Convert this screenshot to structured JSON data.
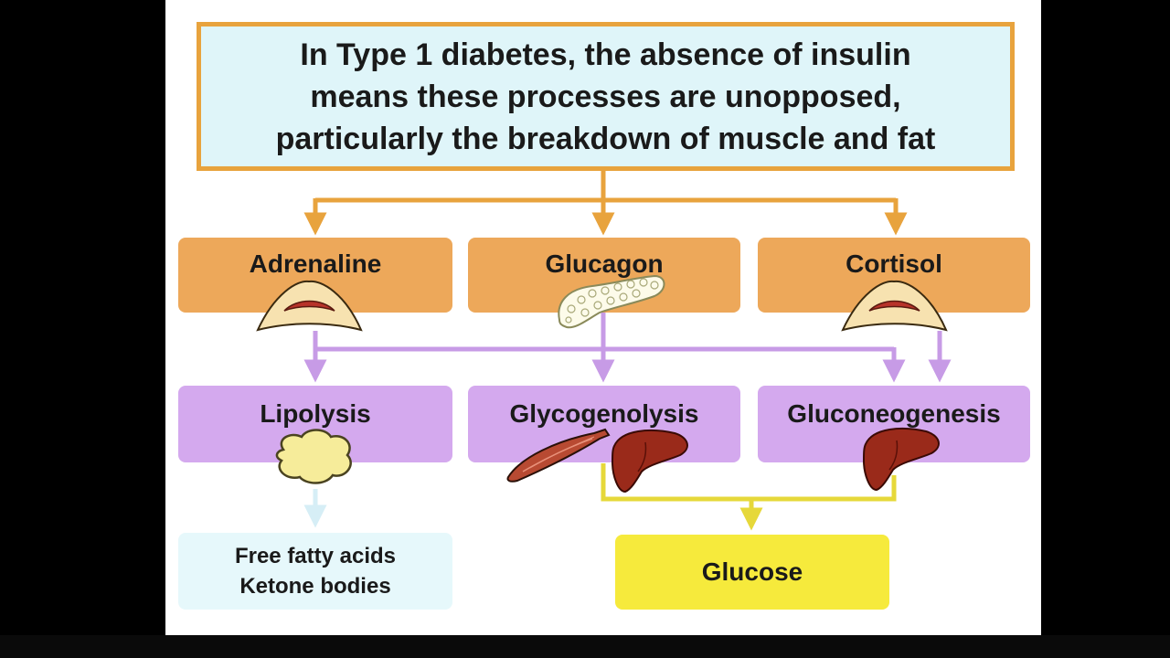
{
  "title": {
    "lines": [
      "In Type 1 diabetes, the absence of insulin",
      "means these processes are unopposed,",
      "particularly the breakdown of muscle and fat"
    ]
  },
  "hormones": [
    {
      "label": "Adrenaline",
      "organ": "adrenal-gland-icon"
    },
    {
      "label": "Glucagon",
      "organ": "pancreas-icon"
    },
    {
      "label": "Cortisol",
      "organ": "adrenal-gland-icon"
    }
  ],
  "processes": [
    {
      "label": "Lipolysis",
      "organ": "fat-cell-icon"
    },
    {
      "label": "Glycogenolysis",
      "organ": "muscle-and-liver-icon"
    },
    {
      "label": "Gluconeogenesis",
      "organ": "liver-icon"
    }
  ],
  "outputs": {
    "fatty_acids": [
      "Free fatty acids",
      "Ketone bodies"
    ],
    "glucose": "Glucose"
  },
  "colors": {
    "title_border": "#e8a33d",
    "title_fill": "#dff5f9",
    "hormone_fill": "#eda85a",
    "process_fill": "#d4a9ee",
    "glucose_fill": "#f6ea3c",
    "orange_arrow": "#e8a33d",
    "purple_arrow": "#c79be6",
    "yellow_arrow": "#e6d83a"
  }
}
